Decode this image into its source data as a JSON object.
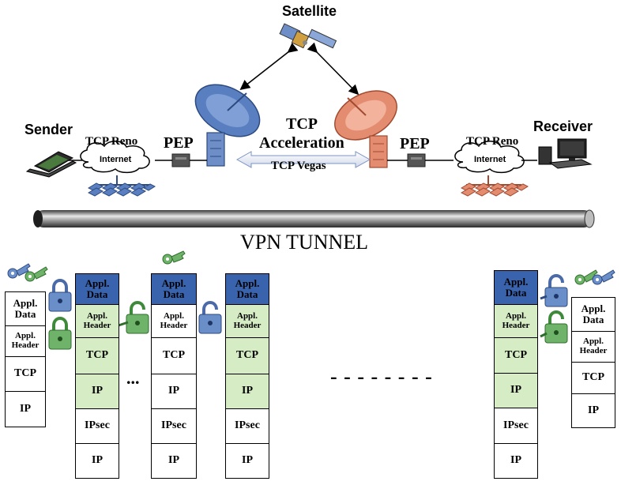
{
  "labels": {
    "satellite": "Satellite",
    "sender": "Sender",
    "receiver": "Receiver",
    "tcp_reno_left": "TCP Reno",
    "tcp_reno_right": "TCP Reno",
    "internet_left": "Internet",
    "internet_right": "Internet",
    "pep_left": "PEP",
    "pep_right": "PEP",
    "tcp_acceleration_1": "TCP",
    "tcp_acceleration_2": "Acceleration",
    "tcp_vegas": "TCP Vegas",
    "vpn_tunnel": "VPN TUNNEL",
    "ellipsis_small": "...",
    "ellipsis_dashes": "- - - - - - - -"
  },
  "stacks": {
    "s1": [
      "Appl. Data",
      "Appl. Header",
      "TCP",
      "IP"
    ],
    "s2": [
      "Appl. Data",
      "Appl. Header",
      "TCP",
      "IP",
      "IPsec",
      "IP"
    ],
    "s3": [
      "Appl. Data",
      "Appl. Header",
      "TCP",
      "IP",
      "IPsec",
      "IP"
    ],
    "s4": [
      "Appl. Data",
      "Appl. Header",
      "TCP",
      "IP",
      "IPsec",
      "IP"
    ],
    "s5": [
      "Appl. Data",
      "Appl. Header",
      "TCP",
      "IP",
      "IPsec",
      "IP"
    ],
    "s6": [
      "Appl. Data",
      "Appl. Header",
      "TCP",
      "IP"
    ]
  },
  "colors": {
    "data_blue": "#3a63ae",
    "header_green": "#d5ecc4",
    "dish_blue": "#5a7fc0",
    "dish_orange": "#e48c70",
    "key_green": "#6fb36a",
    "key_blue": "#6a8fc8"
  }
}
